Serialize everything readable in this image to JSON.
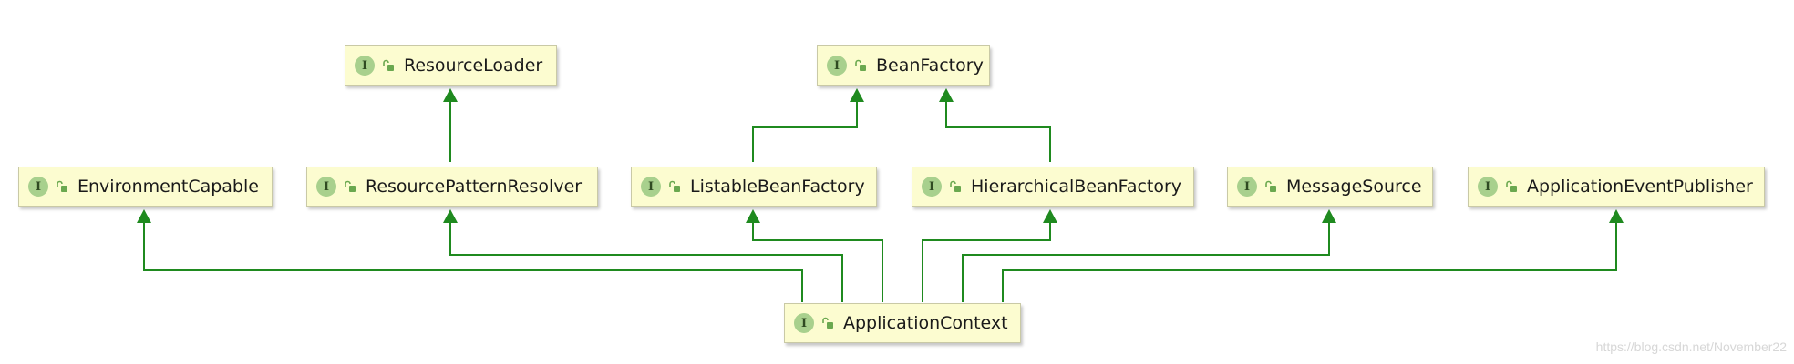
{
  "diagram": {
    "colors": {
      "edge": "#1f8a1f",
      "node_fill": "#fcfcd0",
      "node_border": "#c9c9a6",
      "badge_fill": "#a8d08d"
    },
    "interface_badge": "I",
    "badge_icon": "interface-icon",
    "visibility_icon": "public-lock-icon",
    "nodes": {
      "resource_loader": "ResourceLoader",
      "bean_factory": "BeanFactory",
      "environment_capable": "EnvironmentCapable",
      "resource_pattern_resolver": "ResourcePatternResolver",
      "listable_bean_factory": "ListableBeanFactory",
      "hierarchical_bean_factory": "HierarchicalBeanFactory",
      "message_source": "MessageSource",
      "application_event_publisher": "ApplicationEventPublisher",
      "application_context": "ApplicationContext"
    },
    "edges": [
      {
        "from": "ResourcePatternResolver",
        "to": "ResourceLoader"
      },
      {
        "from": "ListableBeanFactory",
        "to": "BeanFactory"
      },
      {
        "from": "HierarchicalBeanFactory",
        "to": "BeanFactory"
      },
      {
        "from": "ApplicationContext",
        "to": "EnvironmentCapable"
      },
      {
        "from": "ApplicationContext",
        "to": "ResourcePatternResolver"
      },
      {
        "from": "ApplicationContext",
        "to": "ListableBeanFactory"
      },
      {
        "from": "ApplicationContext",
        "to": "HierarchicalBeanFactory"
      },
      {
        "from": "ApplicationContext",
        "to": "MessageSource"
      },
      {
        "from": "ApplicationContext",
        "to": "ApplicationEventPublisher"
      }
    ]
  },
  "watermark": "https://blog.csdn.net/November22"
}
